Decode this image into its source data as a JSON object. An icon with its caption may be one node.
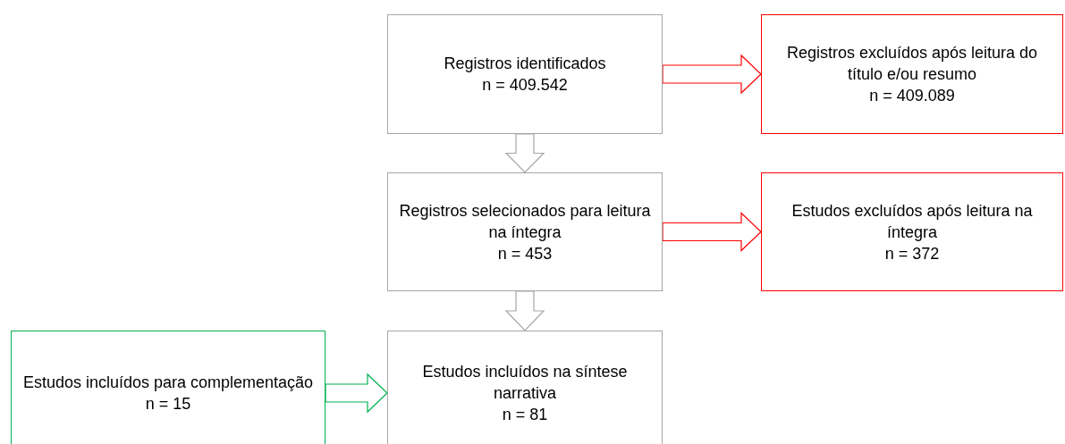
{
  "diagram": {
    "nodes": [
      {
        "text": [
          "Registros identificados",
          "n = 409.542"
        ]
      },
      {
        "text": [
          "Registros excluídos após leitura do título e/ou resumo",
          "n = 409.089"
        ]
      },
      {
        "text": [
          "Registros selecionados para leitura na íntegra",
          "n = 453"
        ]
      },
      {
        "text": [
          "Estudos excluídos após leitura na íntegra",
          "n = 372"
        ]
      },
      {
        "text": [
          "Estudos incluídos para complementação",
          "n = 15"
        ]
      },
      {
        "text": [
          "Estudos incluídos na síntese narrativa",
          "n = 81"
        ]
      }
    ],
    "edges": [
      {
        "from": 0,
        "to": 1,
        "arrow": "to",
        "color": "#ff0000"
      },
      {
        "from": 0,
        "to": 2,
        "arrow": "to",
        "color": "#a6a6a6"
      },
      {
        "from": 2,
        "to": 3,
        "arrow": "to",
        "color": "#ff0000"
      },
      {
        "from": 2,
        "to": 5,
        "arrow": "to",
        "color": "#a6a6a6"
      },
      {
        "from": 4,
        "to": 5,
        "arrow": "to",
        "color": "#00b050"
      }
    ]
  }
}
